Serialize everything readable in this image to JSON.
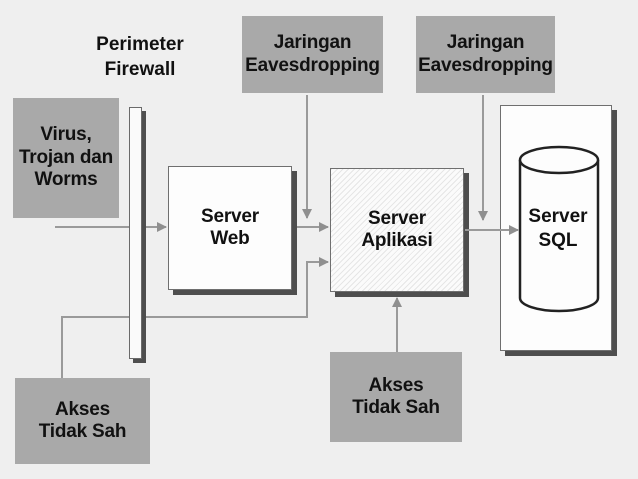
{
  "firewall": {
    "title_line1": "Perimeter",
    "title_line2": "Firewall"
  },
  "threats": {
    "virus": {
      "line1": "Virus,",
      "line2": "Trojan dan",
      "line3": "Worms"
    },
    "akses_left": {
      "line1": "Akses",
      "line2": "Tidak Sah"
    },
    "akses_bottom": {
      "line1": "Akses",
      "line2": "Tidak Sah"
    },
    "eaves1": {
      "line1": "Jaringan",
      "line2": "Eavesdropping"
    },
    "eaves2": {
      "line1": "Jaringan",
      "line2": "Eavesdropping"
    }
  },
  "servers": {
    "web": {
      "line1": "Server",
      "line2": "Web"
    },
    "app": {
      "line1": "Server",
      "line2": "Aplikasi"
    },
    "sql": {
      "line1": "Server",
      "line2": "SQL"
    }
  },
  "colors": {
    "threat_box": "#a9a9a9",
    "server_box": "#fdfdfd",
    "shadow": "#4e4e4e",
    "connector": "#8a8a8a"
  }
}
